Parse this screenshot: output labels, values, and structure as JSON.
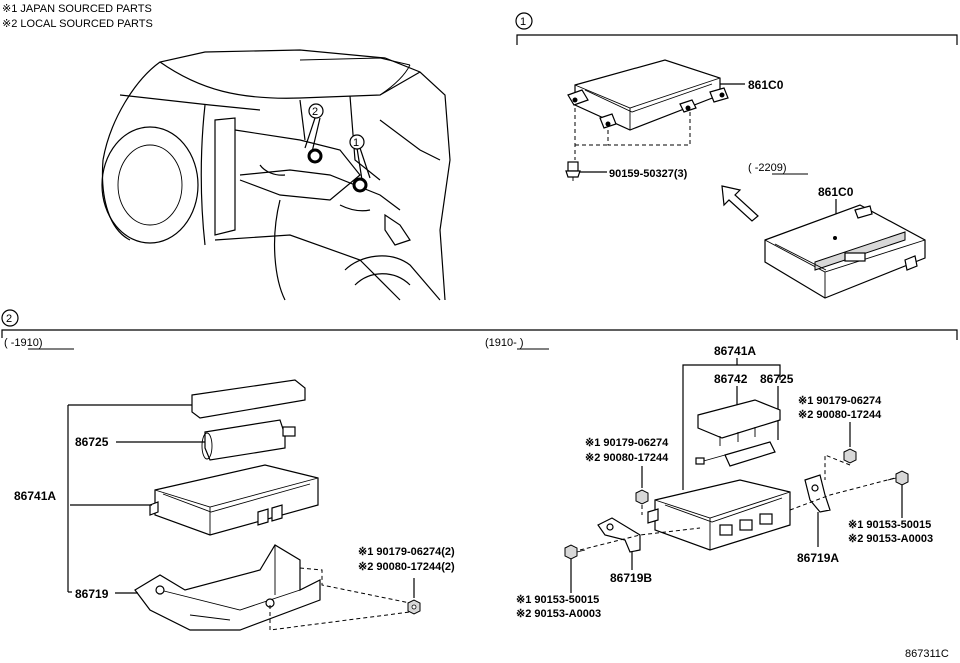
{
  "notes": {
    "japan": "※1 JAPAN SOURCED PARTS",
    "local": "※2 LOCAL SOURCED PARTS"
  },
  "markers": {
    "m1": "1",
    "m2": "2"
  },
  "section1": {
    "marker": "1",
    "part_ecu": "861C0",
    "bolt": "90159-50327(3)",
    "range": "(     -2209)",
    "part_ecu_alt": "861C0"
  },
  "section2": {
    "marker": "2",
    "left": {
      "range": "(     -1910)",
      "p86725": "86725",
      "p86741a": "86741A",
      "p86719": "86719",
      "nut1": "※1 90179-06274(2)",
      "nut2": "※2 90080-17244(2)"
    },
    "right": {
      "range": "(1910-      )",
      "p86741a": "86741A",
      "p86742": "86742",
      "p86725": "86725",
      "nutL1": "※1 90179-06274",
      "nutL2": "※2 90080-17244",
      "nutR1": "※1 90179-06274",
      "nutR2": "※2 90080-17244",
      "p86719b": "86719B",
      "p86719a": "86719A",
      "boltL1": "※1 90153-50015",
      "boltL2": "※2 90153-A0003",
      "boltR1": "※1 90153-50015",
      "boltR2": "※2 90153-A0003"
    }
  },
  "figure_code": "867311C"
}
